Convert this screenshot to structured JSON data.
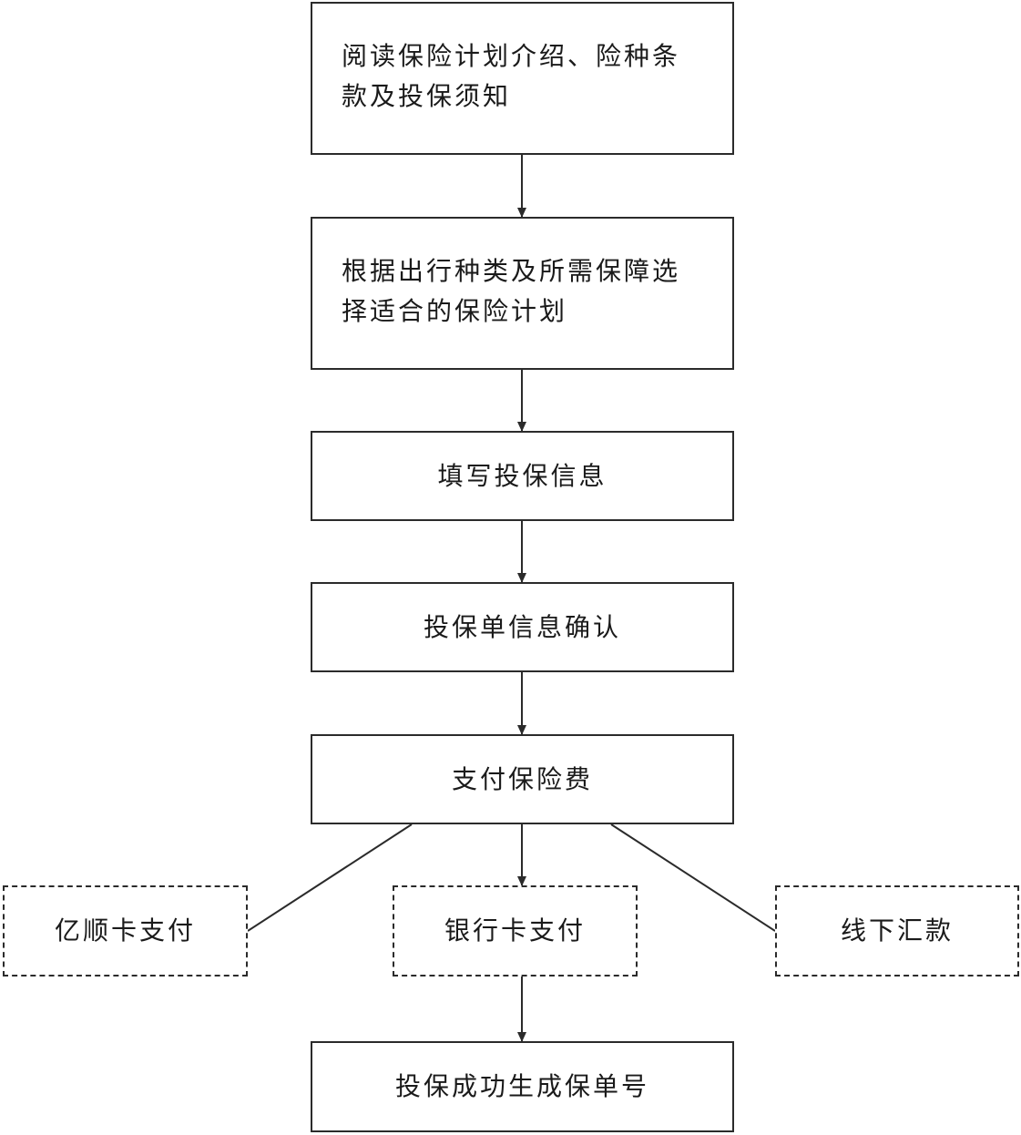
{
  "flowchart": {
    "steps": {
      "read_terms": "阅读保险计划介绍、险种条款及投保须知",
      "choose_plan": "根据出行种类及所需保障选择适合的保险计划",
      "fill_info": "填写投保信息",
      "confirm_info": "投保单信息确认",
      "pay_premium": "支付保险费",
      "success": "投保成功生成保单号"
    },
    "payment_options": {
      "yishun_card": "亿顺卡支付",
      "bank_card": "银行卡支付",
      "offline_transfer": "线下汇款"
    }
  }
}
